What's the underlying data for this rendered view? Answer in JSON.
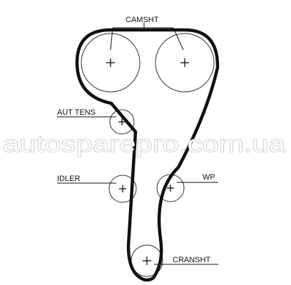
{
  "labels": {
    "camshaft": "CAMSHT",
    "tensioner": "AUT TENS",
    "idler": "IDLER",
    "water_pump": "WP",
    "crankshaft": "CRANSHT"
  },
  "watermark": "autosparepro.com.ua",
  "colors": {
    "line": "#111111",
    "pulley_outline": "#333333",
    "watermark_outline": "#9a9a9a",
    "background": "#ffffff"
  }
}
